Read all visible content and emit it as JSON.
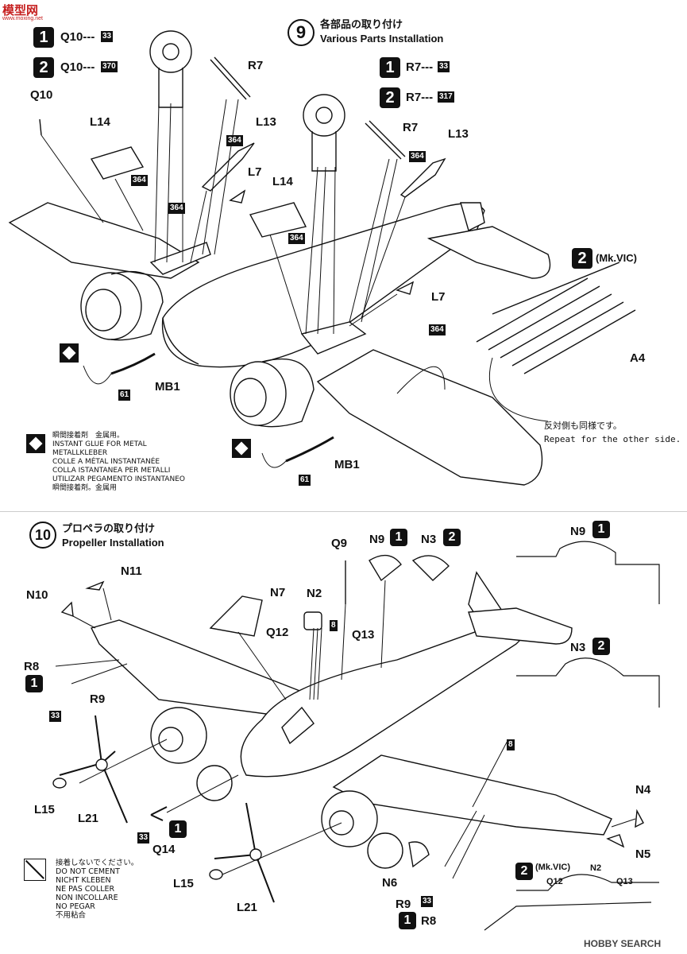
{
  "watermark_top": "模型网",
  "watermark_bottom": "HOBBY SEARCH",
  "step9": {
    "number": "9",
    "title_jp": "各部品の取り付け",
    "title_en": "Various Parts Installation",
    "var1_parts": "Q10---",
    "var1_num": "1",
    "var1_badge": "33",
    "var2_parts": "Q10---",
    "var2_num": "2",
    "var2_badge": "370",
    "right_var1": "R7---",
    "right_var1_badge": "33",
    "right_var2": "R7---",
    "right_var2_badge": "317",
    "mk_label": "(Mk.VIC)",
    "repeat_jp": "反対側も同様です。",
    "repeat_en": "Repeat for the other side.",
    "glue_text": "瞬間接着剤　金属用。\nINSTANT GLUE FOR METAL\nMETALLKLEBER\nCOLLE A MÉTAL INSTANTANÉE\nCOLLA ISTANTANEA PER METALLI\nUTILIZAR PEGAMENTO INSTANTANEO\n瞬間接着剤。金属用"
  },
  "step10": {
    "number": "10",
    "title_jp": "プロペラの取り付け",
    "title_en": "Propeller Installation",
    "mk_label": "(Mk.VIC)",
    "nocement_text": "接着しないでください。\nDO NOT CEMENT\nNICHT KLEBEN\nNE PAS COLLER\nNON INCOLLARE\nNO PEGAR\n不用粘合"
  },
  "labels": {
    "Q10": "Q10",
    "L14a": "L14",
    "R7a": "R7",
    "L13a": "L13",
    "L7a": "L7",
    "R7b": "R7",
    "L13b": "L13",
    "L14b": "L14",
    "L7b": "L7",
    "A4": "A4",
    "MB1a": "MB1",
    "MB1b": "MB1",
    "b61a": "61",
    "b61b": "61",
    "b364": "364",
    "N11": "N11",
    "N10": "N10",
    "N7": "N7",
    "N2": "N2",
    "Q9": "Q9",
    "N9": "N9",
    "N3": "N3",
    "Q12": "Q12",
    "Q13": "Q13",
    "R8": "R8",
    "R9": "R9",
    "L15a": "L15",
    "L21a": "L21",
    "Q14": "Q14",
    "L15b": "L15",
    "L21b": "L21",
    "N6": "N6",
    "R9b": "R9",
    "R8b": "R8",
    "N4": "N4",
    "N5": "N5",
    "N9r": "N9",
    "N3r": "N3",
    "Q12r": "Q12",
    "N2r": "N2",
    "Q13r": "Q13",
    "b8a": "8",
    "b8b": "8",
    "b33a": "33",
    "b33b": "33",
    "b33c": "33"
  }
}
